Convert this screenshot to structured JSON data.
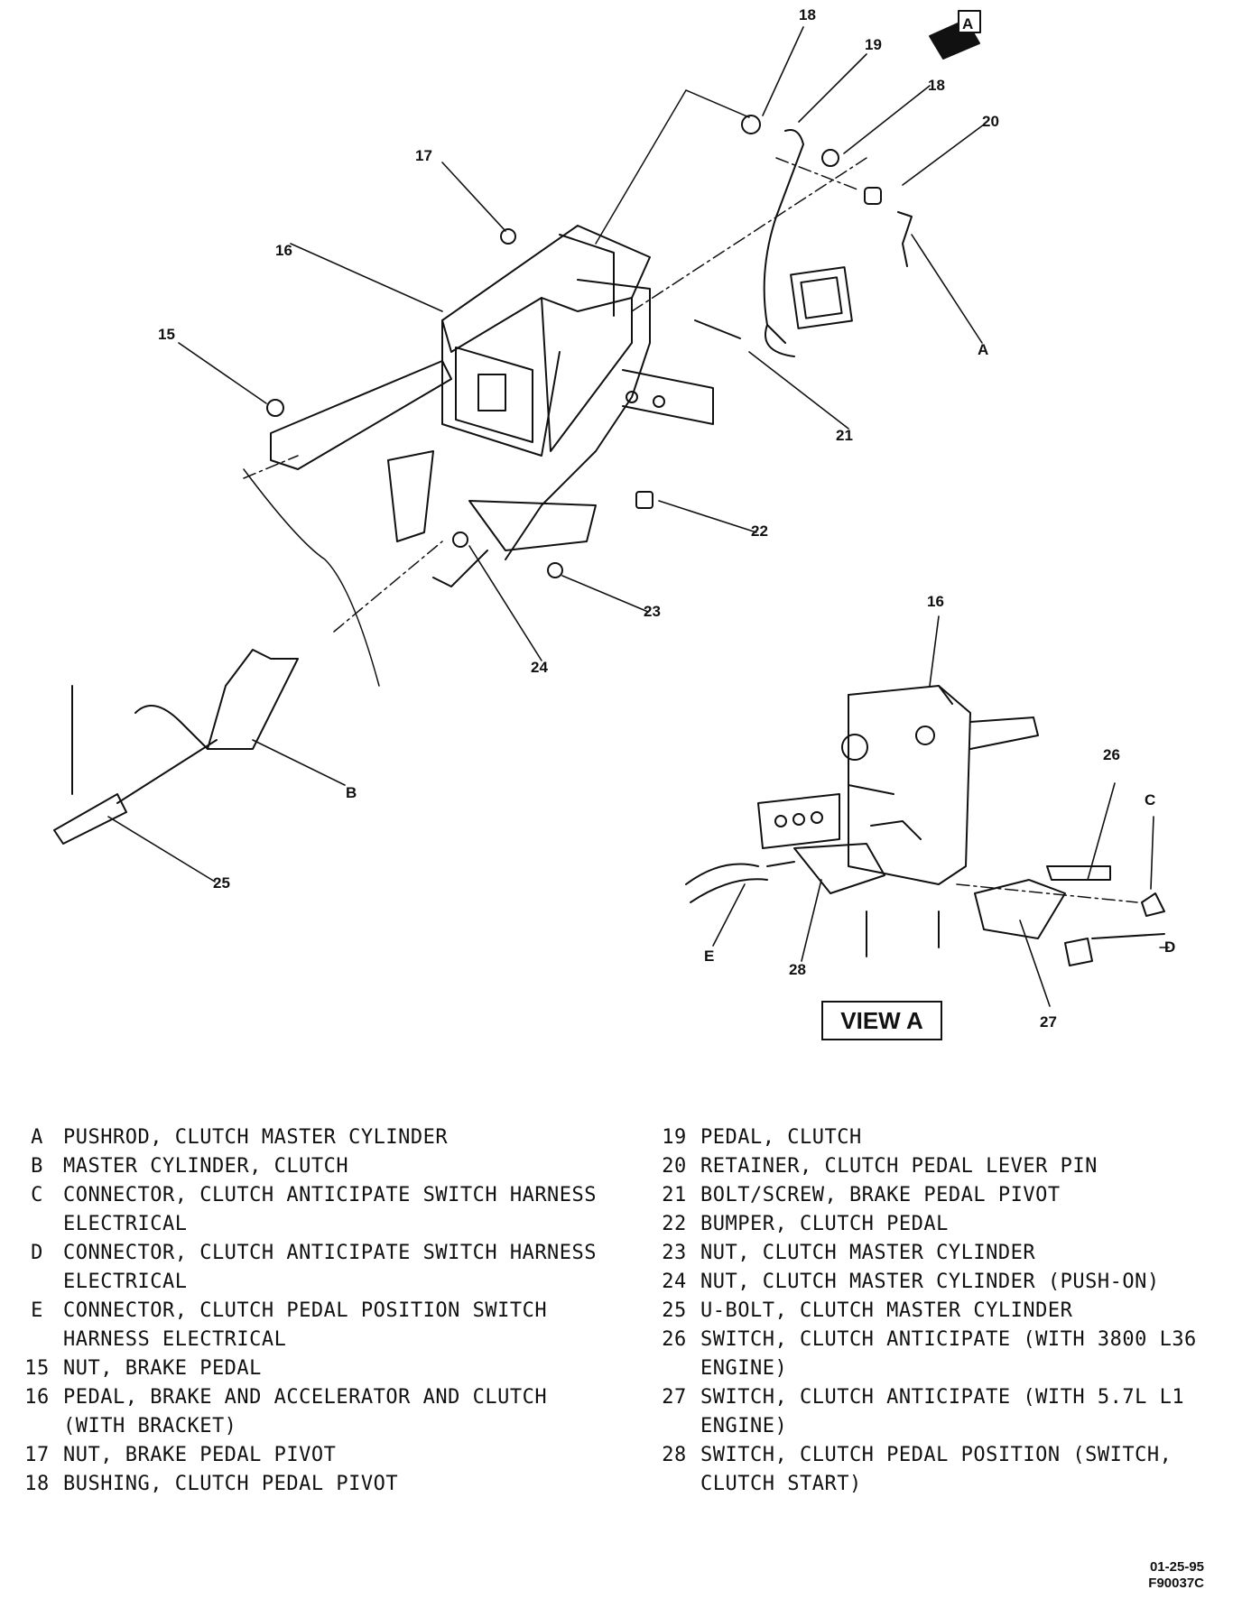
{
  "callouts": {
    "c18a": "18",
    "c19": "19",
    "c18b": "18",
    "c20": "20",
    "c17": "17",
    "c16a": "16",
    "c15": "15",
    "cA": "A",
    "c21": "21",
    "c22": "22",
    "c23": "23",
    "c24": "24",
    "cB": "B",
    "c25": "25",
    "c16b": "16",
    "c26": "26",
    "cC": "C",
    "cD": "D",
    "cE": "E",
    "c28": "28",
    "c27": "27",
    "arrowA": "A"
  },
  "view_label": "VIEW A",
  "legend": {
    "left": [
      {
        "key": "A",
        "text": "PUSHROD, CLUTCH MASTER CYLINDER"
      },
      {
        "key": "B",
        "text": "MASTER CYLINDER, CLUTCH"
      },
      {
        "key": "C",
        "text": "CONNECTOR, CLUTCH ANTICIPATE SWITCH HARNESS ELECTRICAL"
      },
      {
        "key": "D",
        "text": "CONNECTOR, CLUTCH ANTICIPATE SWITCH HARNESS ELECTRICAL"
      },
      {
        "key": "E",
        "text": "CONNECTOR, CLUTCH PEDAL POSITION SWITCH HARNESS ELECTRICAL"
      },
      {
        "key": "15",
        "text": "NUT, BRAKE PEDAL"
      },
      {
        "key": "16",
        "text": "PEDAL, BRAKE AND ACCELERATOR AND CLUTCH (WITH BRACKET)"
      },
      {
        "key": "17",
        "text": "NUT, BRAKE PEDAL PIVOT"
      },
      {
        "key": "18",
        "text": "BUSHING, CLUTCH PEDAL PIVOT"
      }
    ],
    "right": [
      {
        "key": "19",
        "text": "PEDAL, CLUTCH"
      },
      {
        "key": "20",
        "text": "RETAINER, CLUTCH PEDAL LEVER PIN"
      },
      {
        "key": "21",
        "text": "BOLT/SCREW, BRAKE PEDAL PIVOT"
      },
      {
        "key": "22",
        "text": "BUMPER, CLUTCH PEDAL"
      },
      {
        "key": "23",
        "text": "NUT, CLUTCH MASTER CYLINDER"
      },
      {
        "key": "24",
        "text": "NUT, CLUTCH MASTER CYLINDER (PUSH-ON)"
      },
      {
        "key": "25",
        "text": "U-BOLT, CLUTCH MASTER CYLINDER"
      },
      {
        "key": "26",
        "text": "SWITCH, CLUTCH ANTICIPATE (WITH 3800 L36 ENGINE)"
      },
      {
        "key": "27",
        "text": "SWITCH, CLUTCH ANTICIPATE (WITH 5.7L L1 ENGINE)"
      },
      {
        "key": "28",
        "text": "SWITCH, CLUTCH PEDAL POSITION (SWITCH, CLUTCH START)"
      }
    ]
  },
  "drawing_code": {
    "line1": "01-25-95",
    "line2": "F90037C"
  }
}
